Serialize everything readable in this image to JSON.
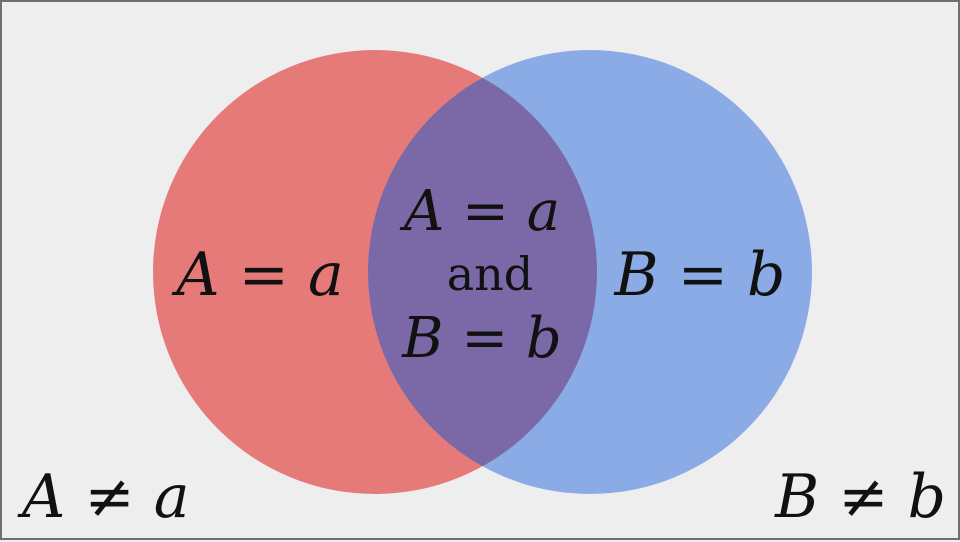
{
  "diagram": {
    "set_a": {
      "label": "A = a",
      "color": "#e57a78"
    },
    "set_b": {
      "label": "B = b",
      "color": "#8aabe5"
    },
    "intersection": {
      "line1": "A = a",
      "line2": "and",
      "line3": "B = b",
      "color": "#7b68a6"
    },
    "outside_left": "A ≠ a",
    "outside_right": "B ≠ b",
    "background_color": "#eeeeee",
    "border_color": "#6f6f6f"
  }
}
